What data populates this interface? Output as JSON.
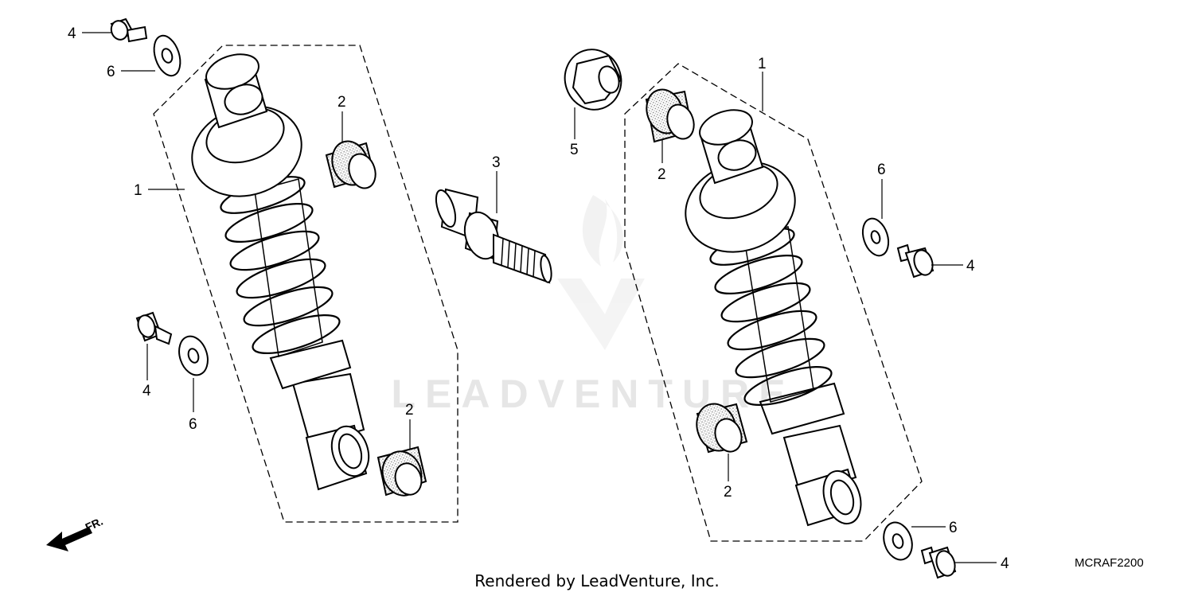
{
  "watermark": "LEADVENTURE",
  "diagram_code": "MCRAF2200",
  "footer": "Rendered by LeadVenture, Inc.",
  "front_arrow_label": "FR.",
  "callouts": {
    "left_cushion": "1",
    "right_cushion": "1",
    "bush_left_upper": "2",
    "bush_left_lower": "2",
    "bush_right_upper": "2",
    "bush_right_lower": "2",
    "stud_bolt": "3",
    "bolt_top_left": "4",
    "bolt_mid_left": "4",
    "bolt_mid_right": "4",
    "bolt_bottom_right": "4",
    "flange_nut": "5",
    "washer_top_left": "6",
    "washer_mid_left": "6",
    "washer_mid_right": "6",
    "washer_bottom_right": "6"
  }
}
